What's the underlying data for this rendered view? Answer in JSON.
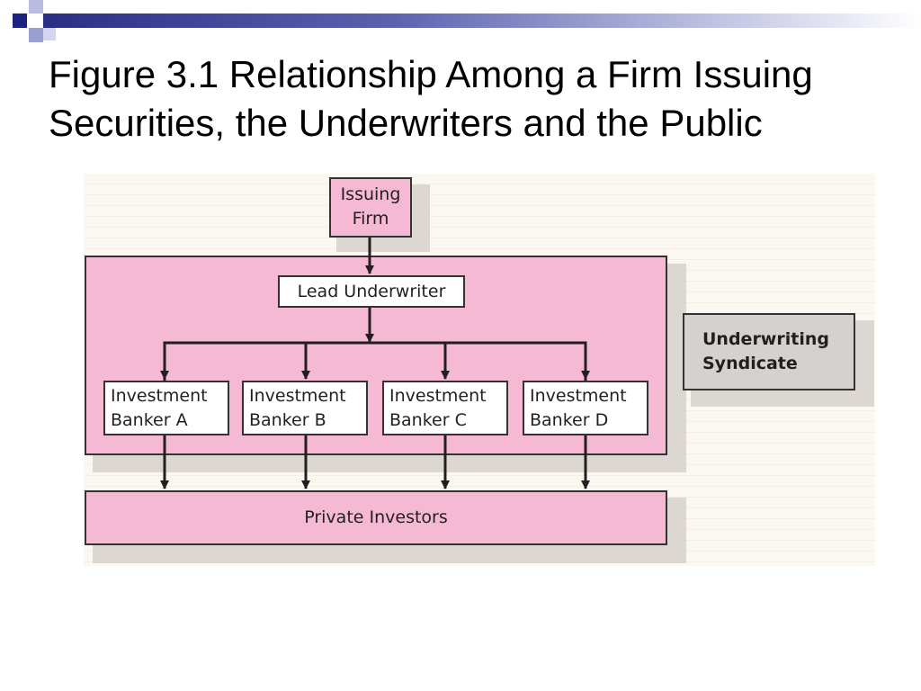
{
  "slide": {
    "title": "Figure 3.1 Relationship Among a Firm Issuing Securities, the Underwriters and the Public"
  },
  "diagram": {
    "issuing_firm": [
      "Issuing",
      "Firm"
    ],
    "lead_underwriter": "Lead Underwriter",
    "bankers": [
      [
        "Investment",
        "Banker A"
      ],
      [
        "Investment",
        "Banker B"
      ],
      [
        "Investment",
        "Banker C"
      ],
      [
        "Investment",
        "Banker D"
      ]
    ],
    "private_investors": "Private Investors",
    "syndicate_label": [
      "Underwriting",
      "Syndicate"
    ]
  },
  "colors": {
    "box_fill": "#f6b9d4",
    "syndicate_fill": "#d4d1cf",
    "title_bar": "#2a2f86"
  }
}
